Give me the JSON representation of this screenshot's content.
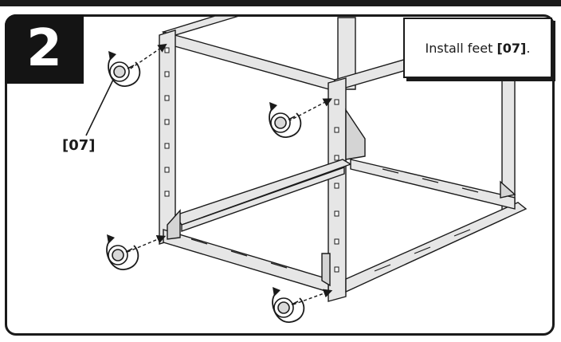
{
  "step": {
    "number": "2"
  },
  "caption": {
    "prefix": "Install feet ",
    "part": "[07]",
    "suffix": "."
  },
  "callout": {
    "label": "[07]"
  },
  "colors": {
    "ink": "#1a1a1a",
    "frame_fill": "#e6e6e6",
    "frame_dark": "#b8b8b8"
  },
  "icons": [
    "rotation-arrow-icon",
    "leveling-foot-icon"
  ]
}
